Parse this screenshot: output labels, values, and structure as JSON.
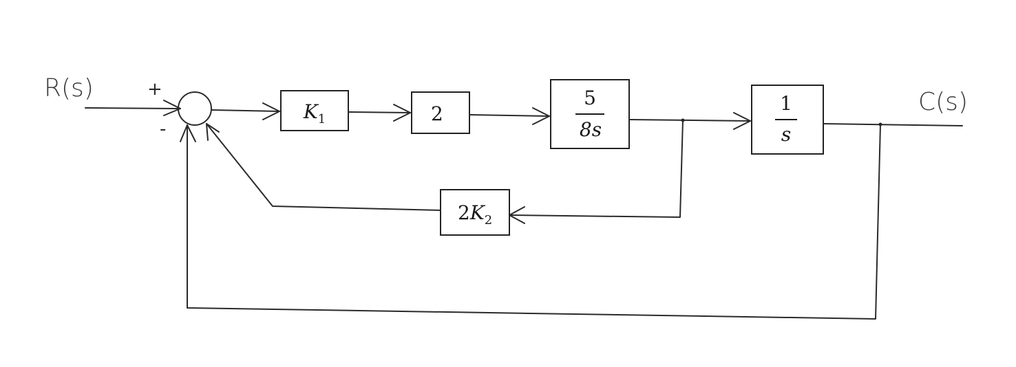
{
  "input_label": "R(s)",
  "output_label": "C(s)",
  "summing_junction": {
    "plus_sign": "+",
    "minus_sign": "-"
  },
  "blocks": {
    "k1": {
      "main": "K",
      "sub": "1"
    },
    "gain": {
      "main": "2"
    },
    "plant": {
      "numerator": "5",
      "denominator": "8s"
    },
    "integrator": {
      "numerator": "1",
      "denominator": "s"
    },
    "feedback": {
      "coef": "2",
      "main": "K",
      "sub": "2"
    }
  }
}
